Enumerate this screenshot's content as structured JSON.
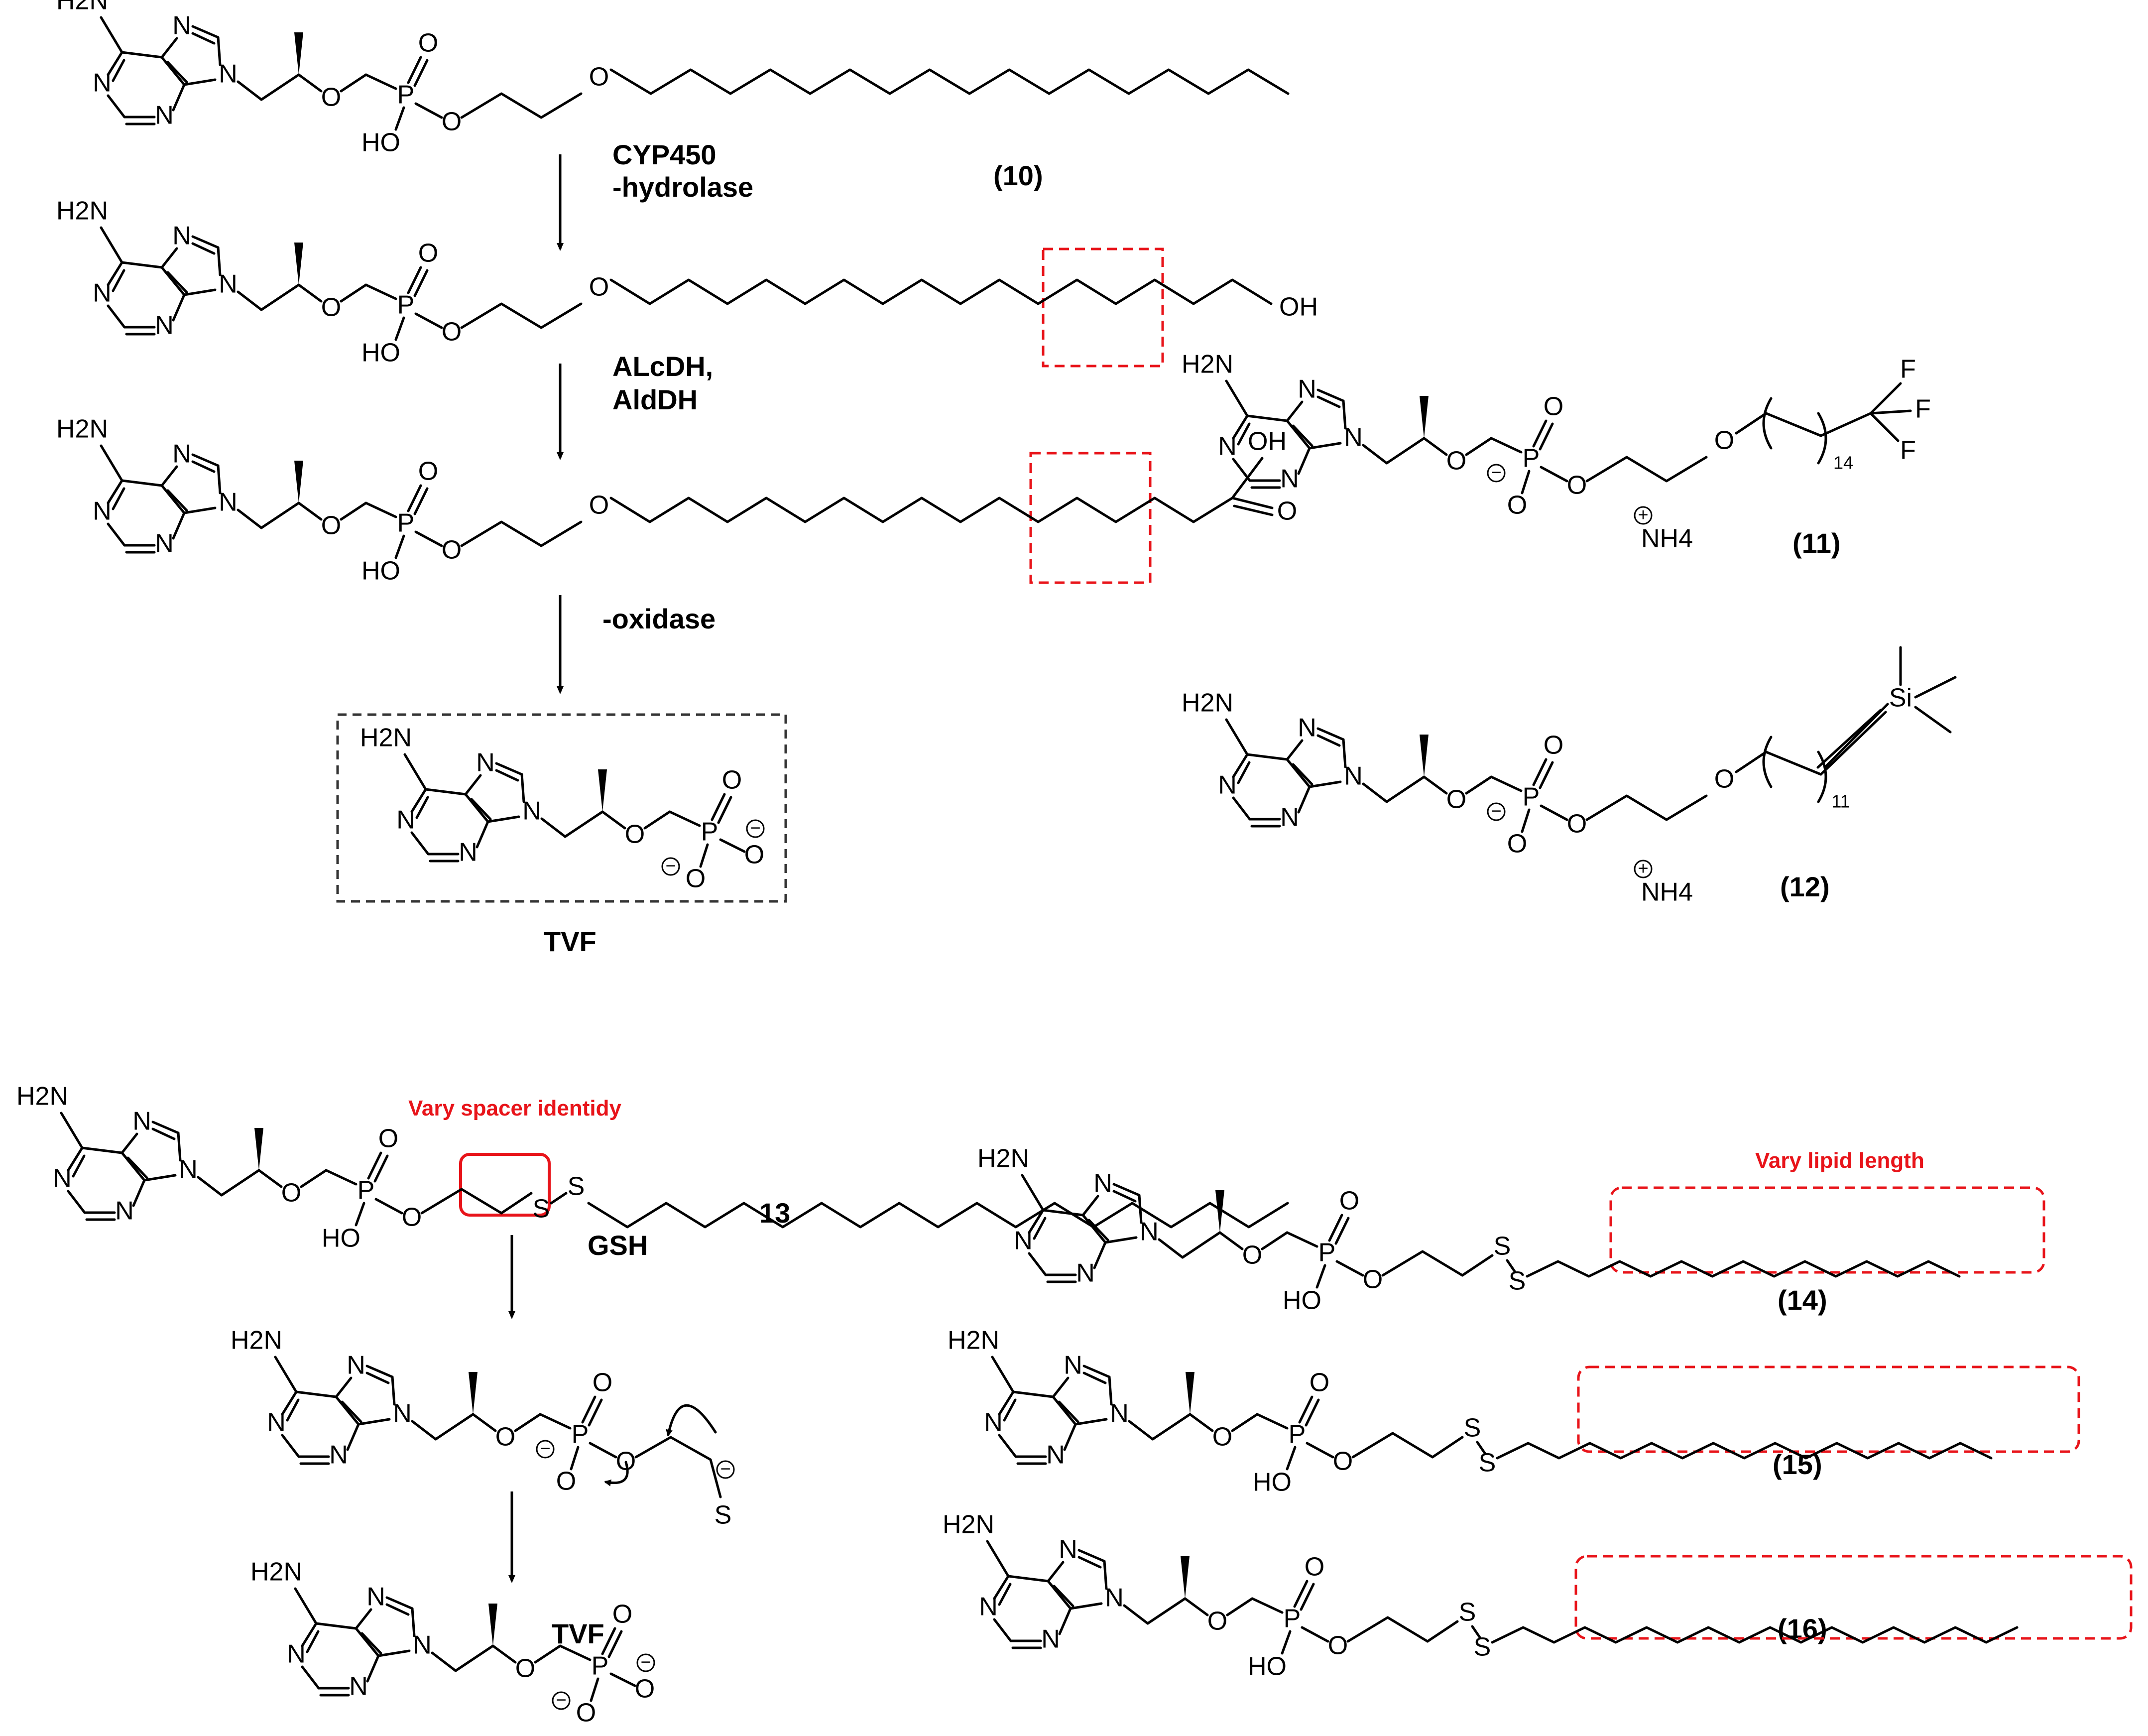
{
  "atoms": {
    "amine": "H2N",
    "N": "N",
    "O": "O",
    "P": "P",
    "HO": "HO",
    "OH": "OH",
    "S": "S",
    "F": "F",
    "Si": "Si",
    "NH4": "NH4",
    "minus": "−",
    "plus": "+"
  },
  "left_top": {
    "compound_10": "(10)",
    "step1_enzyme_line1": "CYP450",
    "step1_enzyme_line2": "-hydrolase",
    "step2_enzyme_line1": "ALcDH,",
    "step2_enzyme_line2": "AldDH",
    "step3_enzyme": "-oxidase",
    "product": "TVF"
  },
  "right_top": {
    "compound_11": "(11)",
    "repeat_11": "14",
    "compound_12": "(12)",
    "repeat_12": "11"
  },
  "left_bottom": {
    "highlight_label": "Vary spacer identidy",
    "compound_13": "13",
    "reagent": "GSH",
    "product": "TVF"
  },
  "right_bottom": {
    "highlight_label": "Vary lipid length",
    "compound_14": "(14)",
    "compound_15": "(15)",
    "compound_16": "(16)"
  },
  "colors": {
    "highlight_red": "#e8141a",
    "ink": "#000000"
  }
}
